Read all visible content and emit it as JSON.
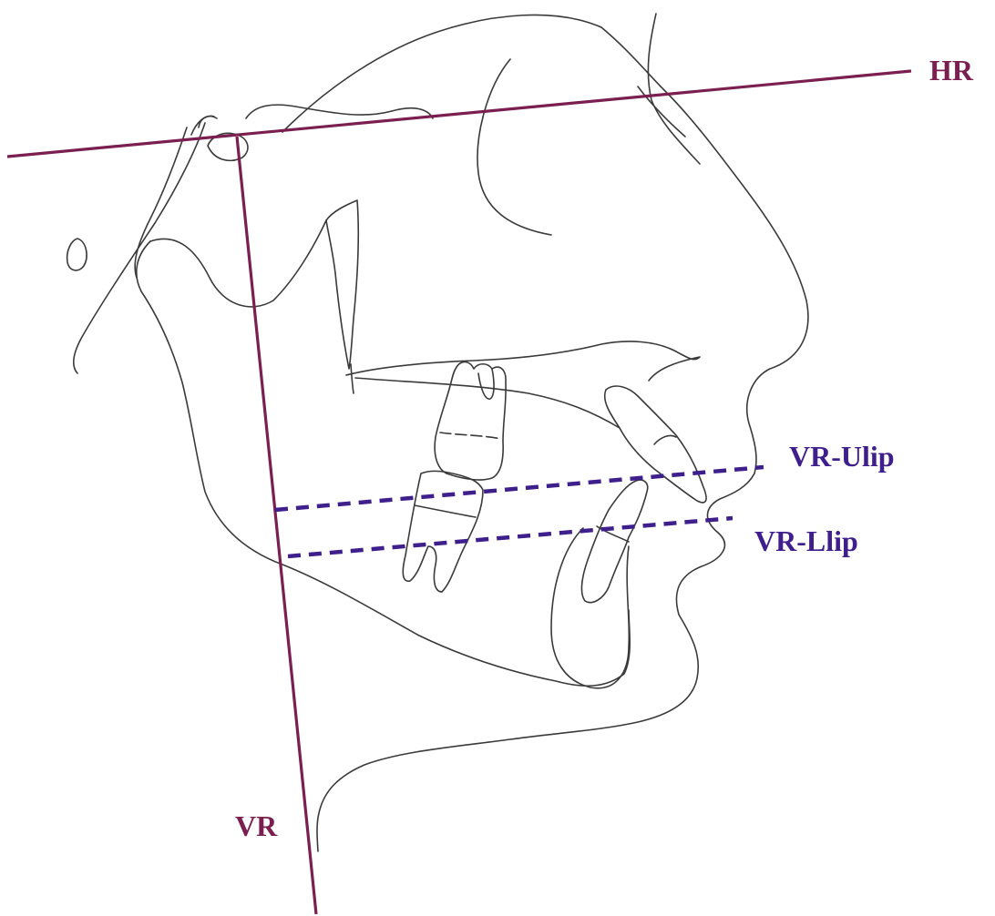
{
  "colors": {
    "reference_line": "#7a1f4f",
    "lip_line": "#3f1f8c",
    "tracing": "#3a3a3a",
    "background": "#ffffff"
  },
  "labels": {
    "horizontal_reference": "HR",
    "vertical_reference": "VR",
    "upper_lip_distance": "VR-Ulip",
    "lower_lip_distance": "VR-Llip"
  }
}
